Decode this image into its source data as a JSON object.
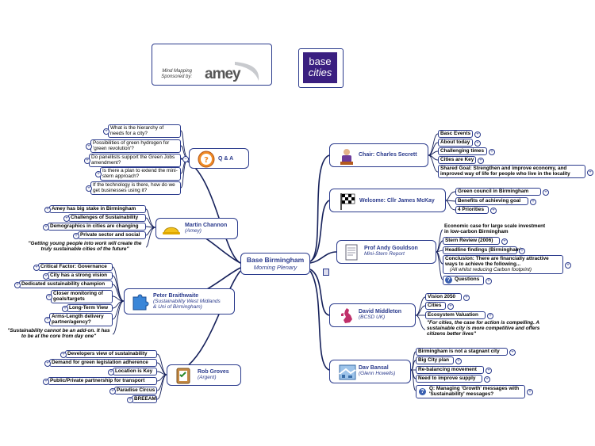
{
  "sponsor": {
    "text1": "Mind Mapping",
    "text2": "Sponsored by:",
    "logo": "amey"
  },
  "basecities": {
    "line1": "base",
    "line2": "cities"
  },
  "center": {
    "title": "Base Birmingham",
    "subtitle": "Morning Plenary"
  },
  "colors": {
    "line": "#15205a",
    "border": "#2a3a8c",
    "purple": "#3a1f80"
  },
  "left": {
    "qa": {
      "title": "Q & A",
      "items": [
        "What is the hierarchy of needs for a city?",
        "Possibilities of green hydrogen for 'green revolution'?",
        "Do panellists support the Green Jobs amendment?",
        "Is there a plan to extend the mini-stern approach?",
        "If the technology is there, how do we get businesses using it?"
      ]
    },
    "martin": {
      "title": "Martin Channon",
      "sub": "(Amey)",
      "items": [
        "Amey has big stake in Birmingham",
        "Challenges of Sustainability",
        "Demographics in cities are changing",
        "Private sector and social",
        "\"Getting young people into work will create the truly sustainable cities of the future\""
      ]
    },
    "peter": {
      "title": "Peter Braithwaite",
      "sub1": "(Sustainability West Midlands",
      "sub2": "& Uni of Birmingham)",
      "items": [
        "Critical Factor: Governance",
        "City has a strong vision",
        "Dedicated sustainability champion",
        "Closer monitoring of goals/targets",
        "Long-Term View",
        "Arms-Length delivery partner/agency?",
        "\"Sustainability cannot be an add-on. It has to be at the core from day one\""
      ]
    },
    "rob": {
      "title": "Rob Groves",
      "sub": "(Argent)",
      "items": [
        "Developers view of sustainability",
        "Demand for green legislation adherence",
        "Location is Key",
        "Public/Private partnership for transport",
        "Paradise Circus",
        "BREEAM"
      ]
    }
  },
  "right": {
    "chair": {
      "title": "Chair: Charles Secrett",
      "items": [
        "Basc Events",
        "About today",
        "Challenging times",
        "Cities are Key",
        "Shared Goal: Strengthen and improve economy, and improved way of life for people who live in the locality"
      ]
    },
    "welcome": {
      "title": "Welcome: Cllr James McKay",
      "items": [
        "Green council in Birmingham",
        "Benefits of achieving goal",
        "4 Priorities"
      ]
    },
    "andy": {
      "title": "Prof Andy Gouldson",
      "sub": "Mini-Stern Report",
      "items": [
        "Economic case for large scale investment in low-carbon Birmingham",
        "Stern Review (2006)",
        "Headline findings (Birmingham)",
        "Conclusion: There are financially attractive ways to achieve the following...",
        "(All whilst reducing Carbon footprint)",
        "Questions"
      ]
    },
    "david": {
      "title": "David Middleton",
      "sub": "(BCSD UK)",
      "items": [
        "Vision 2050",
        "Cities",
        "Ecosystem Valuation",
        "\"For cities, the case for action is compelling. A sustainable city is more competitive and offers citizens better lives\""
      ]
    },
    "dav": {
      "title": "Dav Bansal",
      "sub": "(Glenn Howells)",
      "items": [
        "Birmingham is not a stagnant city",
        "Big City plan",
        "Re-balancing movement",
        "Need to improve supply",
        "Q: Managing 'Growth' messages with 'Sustainability' messages?"
      ]
    }
  }
}
